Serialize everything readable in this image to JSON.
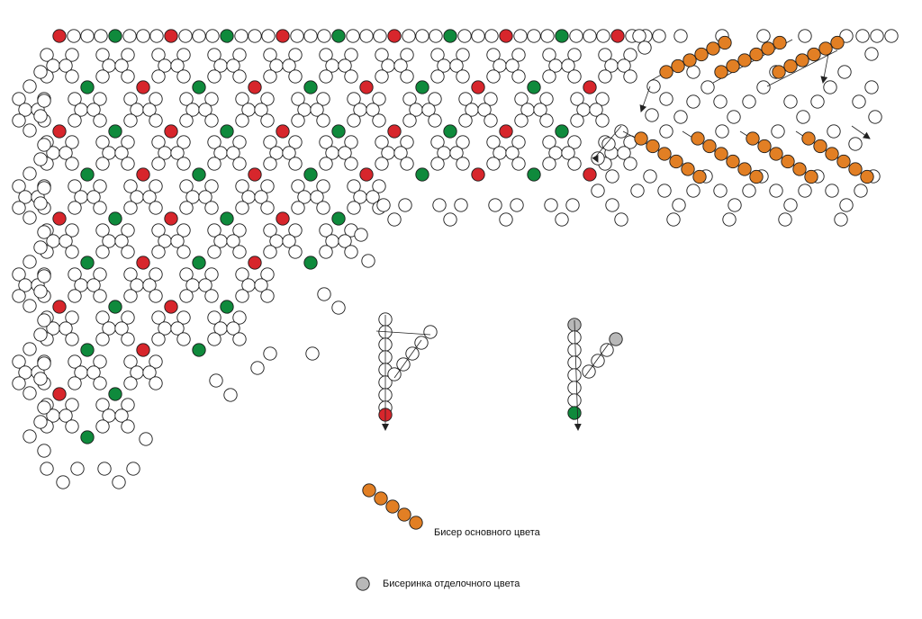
{
  "colors": {
    "outline": "#1a1a1a",
    "empty_bead": "#ffffff",
    "red_bead": "#d7262c",
    "green_bead": "#0f8a3c",
    "main_color_bead": "#e27f24",
    "trim_bead": "#b8b8b8",
    "thread": "#222222"
  },
  "icons": {
    "bead": "circle",
    "thread_end": "arrow-head"
  },
  "legend": {
    "main_color_label": "Бисер основного цвета",
    "trim_color_label": "Бисеринка отделочного цвета"
  }
}
